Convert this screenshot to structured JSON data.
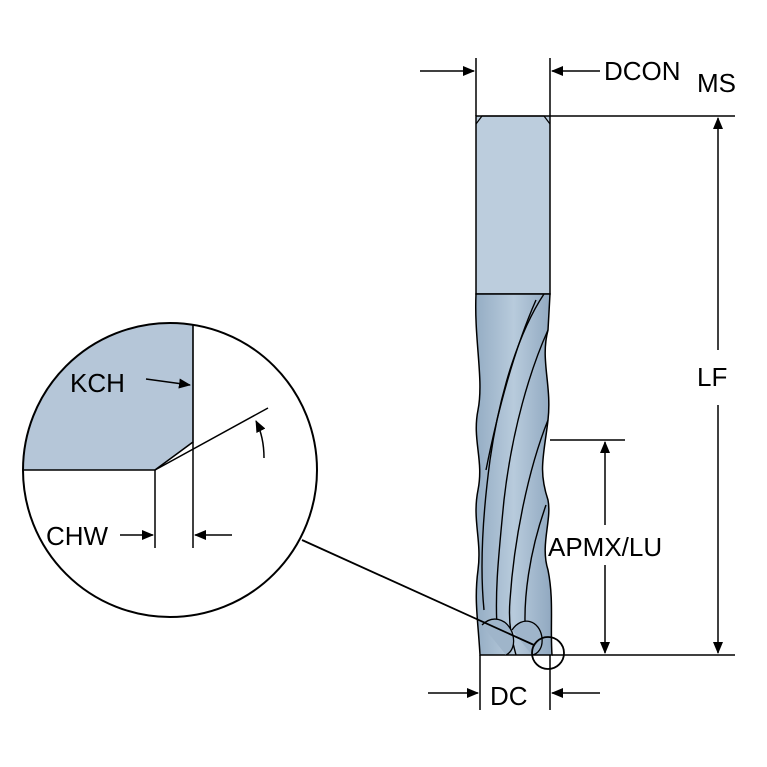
{
  "labels": {
    "dcon": "DCON",
    "dcon_sub": "MS",
    "lf": "LF",
    "apmx_lu": "APMX/LU",
    "dc": "DC",
    "kch": "KCH",
    "chw": "CHW"
  },
  "colors": {
    "shank": "#b9cbdc",
    "flute_body": "#aec3d6",
    "flute_dark": "#7f9ab5",
    "detail_fill": "#b3c4d6",
    "line": "#000000"
  }
}
